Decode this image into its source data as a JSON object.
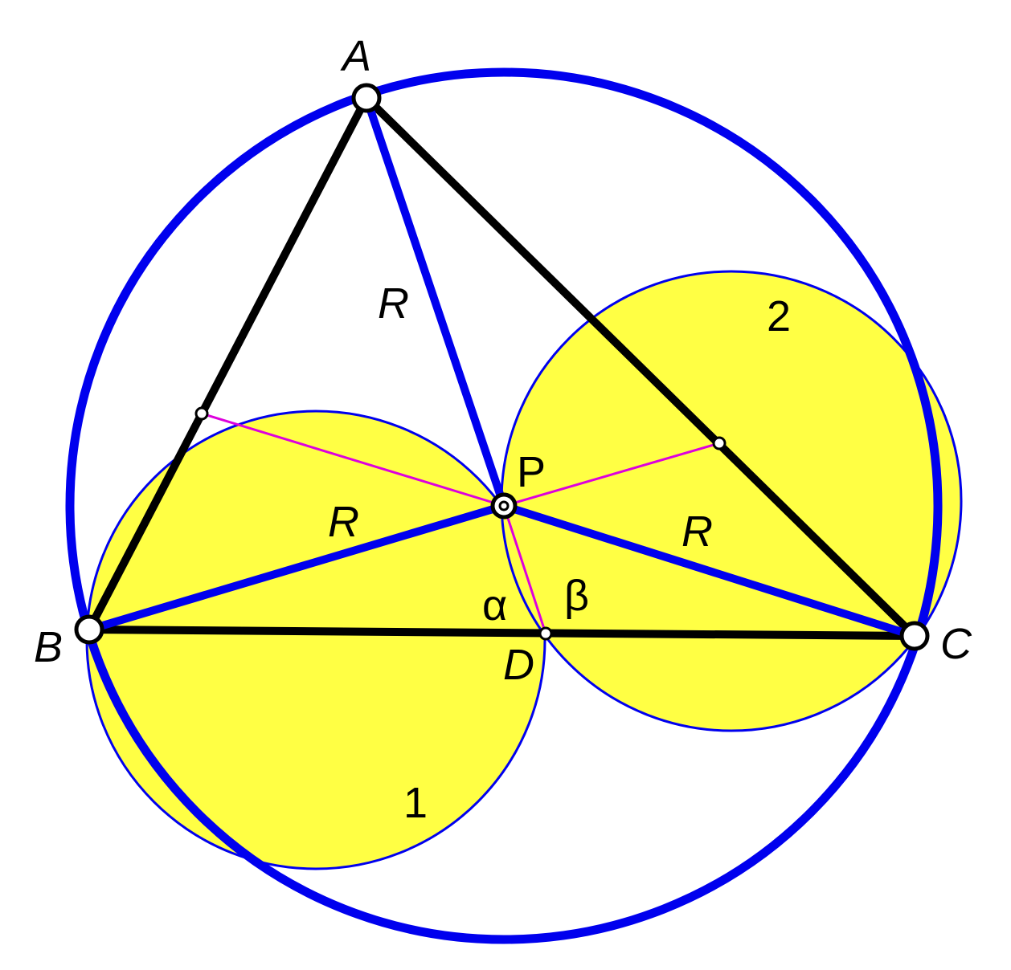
{
  "labels": {
    "A": "A",
    "B": "B",
    "C": "C",
    "D": "D",
    "P": "P",
    "R_top": "R",
    "R_left": "R",
    "R_right": "R",
    "alpha": "α",
    "beta": "β",
    "circle1": "1",
    "circle2": "2"
  },
  "colors": {
    "circumcircle": "#0000ee",
    "radius_segments": "#0000ee",
    "triangle_sides": "#000000",
    "fill_circles": "#ffff44",
    "fill_circle_outline": "#0000ee",
    "perpendiculars": "#dd00dd",
    "background": "#ffffff"
  }
}
